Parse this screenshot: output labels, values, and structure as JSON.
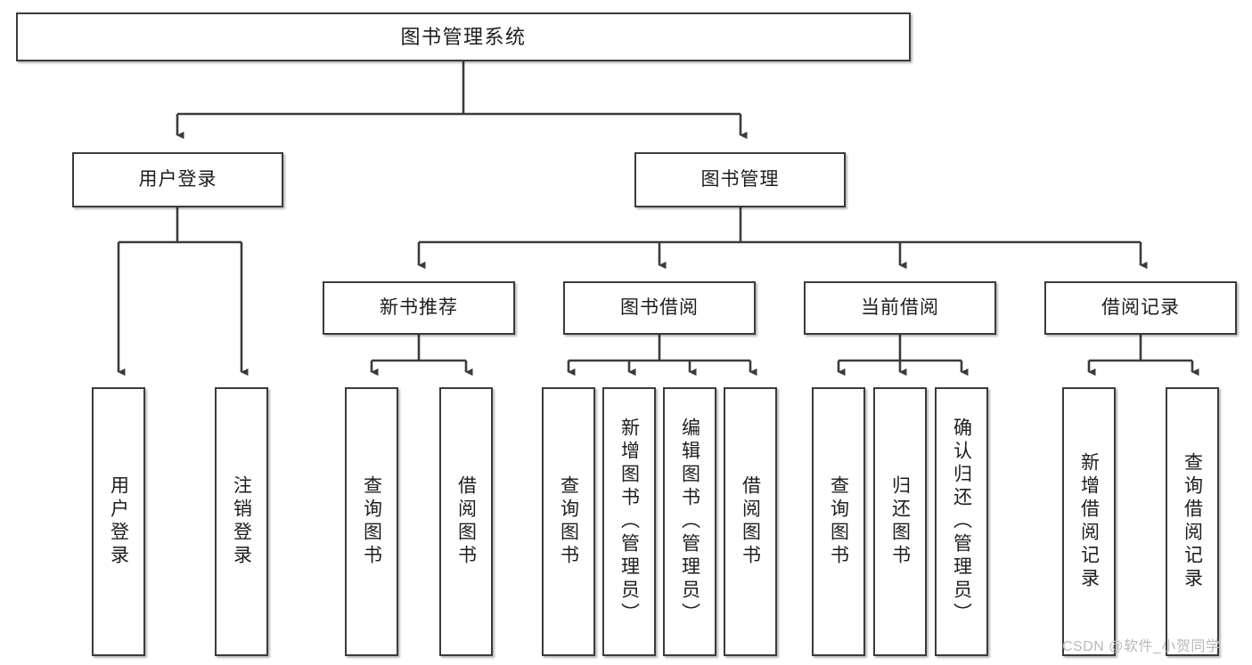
{
  "diagram": {
    "type": "tree-hierarchy",
    "title": "图书管理系统",
    "orientation": "top-down",
    "watermark": "CSDN @软件_小贺同学",
    "colors": {
      "box_border": "#3b3b3b",
      "box_fill": "#ffffff",
      "edge": "#3b3b3b",
      "text": "#1d1d1d",
      "watermark": "#b9b9b9",
      "background": "#ffffff"
    },
    "levels": {
      "level1": [
        {
          "id": "root",
          "label": "图书管理系统"
        }
      ],
      "level2": [
        {
          "id": "user-login",
          "label": "用户登录",
          "parent": "root"
        },
        {
          "id": "book-manage",
          "label": "图书管理",
          "parent": "root"
        }
      ],
      "level3": [
        {
          "id": "new-book-recommend",
          "label": "新书推荐",
          "parent": "book-manage"
        },
        {
          "id": "book-borrow",
          "label": "图书借阅",
          "parent": "book-manage"
        },
        {
          "id": "current-borrow",
          "label": "当前借阅",
          "parent": "book-manage"
        },
        {
          "id": "borrow-record",
          "label": "借阅记录",
          "parent": "book-manage"
        }
      ],
      "level4": [
        {
          "id": "leaf-user-login",
          "label": "用户登录",
          "parent": "user-login"
        },
        {
          "id": "leaf-user-logout",
          "label": "注销登录",
          "parent": "user-login"
        },
        {
          "id": "leaf-query-book-1",
          "label": "查询图书",
          "parent": "new-book-recommend"
        },
        {
          "id": "leaf-borrow-book-1",
          "label": "借阅图书",
          "parent": "new-book-recommend"
        },
        {
          "id": "leaf-query-book-2",
          "label": "查询图书",
          "parent": "book-borrow"
        },
        {
          "id": "leaf-add-book",
          "label": "新增图书（管理员）",
          "parent": "book-borrow"
        },
        {
          "id": "leaf-edit-book",
          "label": "编辑图书（管理员）",
          "parent": "book-borrow"
        },
        {
          "id": "leaf-borrow-book-2",
          "label": "借阅图书",
          "parent": "book-borrow"
        },
        {
          "id": "leaf-query-book-3",
          "label": "查询图书",
          "parent": "current-borrow"
        },
        {
          "id": "leaf-return-book",
          "label": "归还图书",
          "parent": "current-borrow"
        },
        {
          "id": "leaf-confirm-return",
          "label": "确认归还（管理员）",
          "parent": "current-borrow"
        },
        {
          "id": "leaf-add-record",
          "label": "新增借阅记录",
          "parent": "borrow-record"
        },
        {
          "id": "leaf-query-record",
          "label": "查询借阅记录",
          "parent": "borrow-record"
        }
      ]
    }
  }
}
